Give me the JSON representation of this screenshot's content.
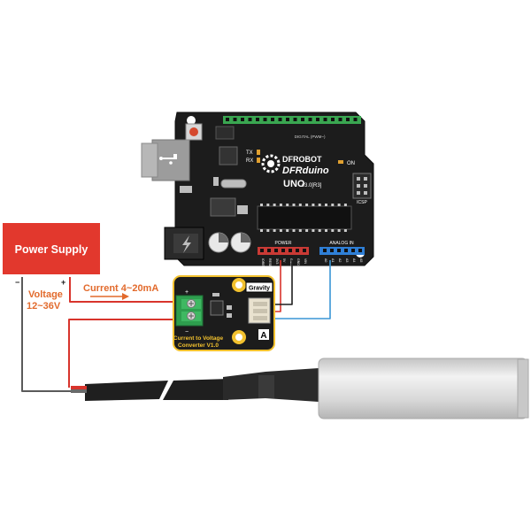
{
  "colors": {
    "board_black": "#1c1c1c",
    "header_green": "#3aa651",
    "header_blue": "#2f7fd6",
    "header_red": "#c93a35",
    "power_box": "#e2382d",
    "wire_red": "#d8342c",
    "wire_blue": "#3a96d6",
    "wire_gray": "#5a5a5a",
    "label_orange": "#e26a2c",
    "module_yellow": "#f2c12e",
    "terminal_green": "#2e9e4e",
    "probe_silver": "#d7d7d7"
  },
  "power_supply": {
    "label": "Power Supply",
    "minus": "−",
    "plus": "+",
    "voltage_line1": "Voltage",
    "voltage_line2": "12~36V"
  },
  "current_label": "Current  4~20mA",
  "board": {
    "brand": "DFROBOT",
    "model": "DFRduino",
    "variant": "UNO",
    "version": "v3.0[R3]",
    "digital_label": "DIGITAL (PWM~)",
    "power_label": "POWER",
    "analog_label": "ANALOG IN",
    "icsp_label": "ICSP",
    "on_label": "ON",
    "tx_label": "TX",
    "rx_label": "RX",
    "power_pins": [
      "IOREF",
      "RESET",
      "3V3",
      "5V",
      "GND",
      "GND",
      "VIN"
    ],
    "analog_pins": [
      "A0",
      "A1",
      "A2",
      "A3",
      "A4",
      "A5"
    ]
  },
  "module": {
    "badge": "Gravity",
    "letter": "A",
    "title_line1": "Current to Voltage",
    "title_line2": "Converter V1.0",
    "minus": "−",
    "plus": "+"
  }
}
